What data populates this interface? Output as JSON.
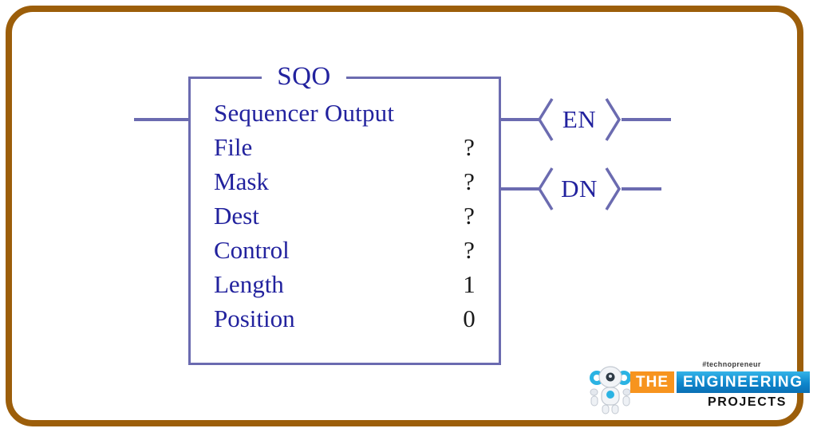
{
  "frame": {
    "border_color": "#9C5E0A"
  },
  "diagram": {
    "type": "plc-ladder-instruction-block",
    "line_color": "#6B6BB0",
    "text_color": "#22229E",
    "value_color": "#1a1a1a",
    "title": "SQO",
    "subtitle": "Sequencer Output",
    "fields": [
      {
        "label": "File",
        "value": "?"
      },
      {
        "label": "Mask",
        "value": "?"
      },
      {
        "label": "Dest",
        "value": "?"
      },
      {
        "label": "Control",
        "value": "?"
      },
      {
        "label": "Length",
        "value": "1"
      },
      {
        "label": "Position",
        "value": "0"
      }
    ],
    "outputs": [
      {
        "label": "EN"
      },
      {
        "label": "DN"
      }
    ]
  },
  "logo": {
    "tagline": "#technopreneur",
    "the": "THE",
    "engineering": "ENGINEERING",
    "projects": "PROJECTS",
    "orange": "#F7941E",
    "blue": "#0E86CC"
  }
}
